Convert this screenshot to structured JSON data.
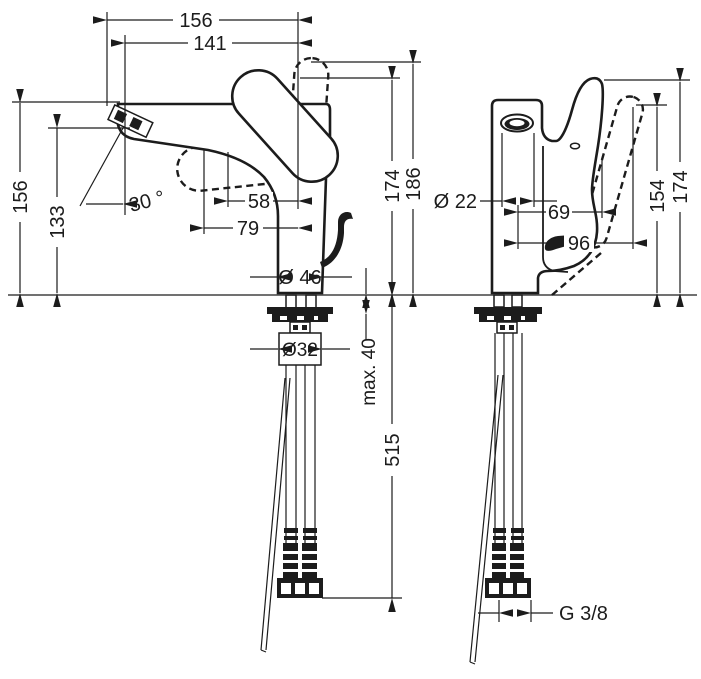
{
  "drawing": {
    "background_color": "#ffffff",
    "line_color": "#1c1c1c",
    "front_view": {
      "top_width_total": "156",
      "top_width_spout": "141",
      "left_height_total": "156",
      "left_height_spout": "133",
      "spout_angle": "30 °",
      "handle_offset_inner": "58",
      "handle_offset_outer": "79",
      "base_diameter": "Ø 46",
      "right_height_inner": "174",
      "right_height_outer": "186",
      "shank_diameter": "Ø32",
      "max_mounting_depth": "max. 40",
      "hose_length": "515"
    },
    "side_view": {
      "aerator_diameter": "Ø 22",
      "depth_inner": "69",
      "depth_outer": "96",
      "height_handle_raised": "154",
      "height_total": "174",
      "connection_thread": "G 3/8"
    }
  }
}
